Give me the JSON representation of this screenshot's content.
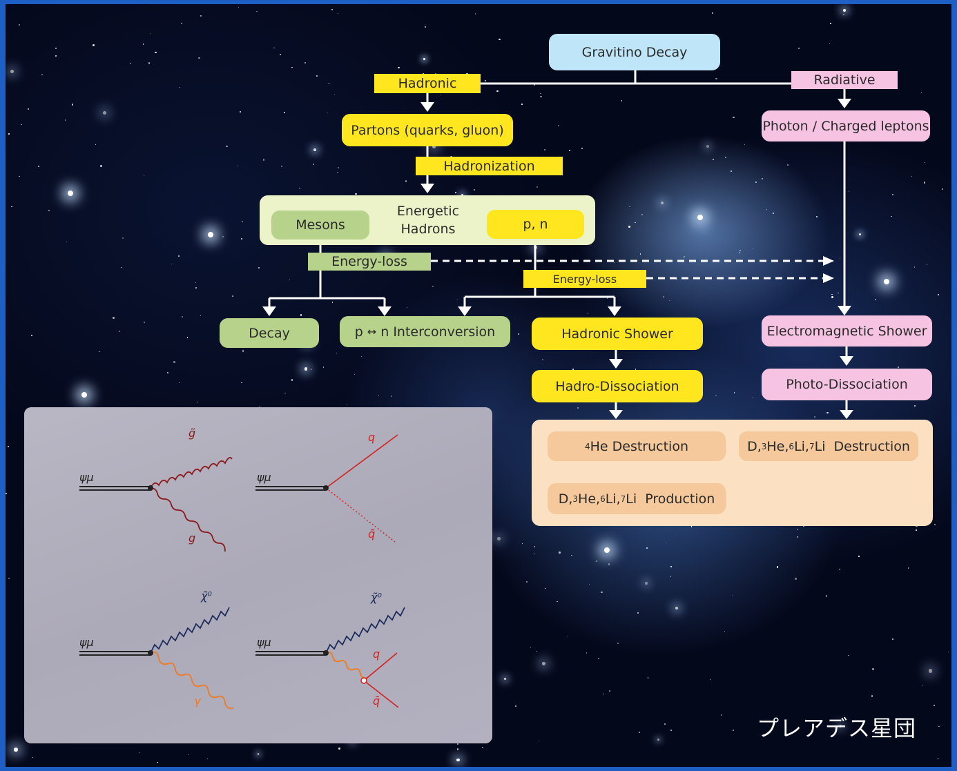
{
  "flow": {
    "gravitino_decay": "Gravitino Decay",
    "hadronic": "Hadronic",
    "radiative": "Radiative",
    "partons": "Partons (quarks, gluon)",
    "hadronization": "Hadronization",
    "photon_leptons": "Photon / Charged leptons",
    "energetic_hadrons_line1": "Energetic",
    "energetic_hadrons_line2": "Hadrons",
    "mesons": "Mesons",
    "pn": "p, n",
    "energy_loss_1": "Energy-loss",
    "energy_loss_2": "Energy-loss",
    "decay": "Decay",
    "interconversion_prefix": "p",
    "interconversion_arrow": "↔",
    "interconversion_suffix": "n Interconversion",
    "hadronic_shower": "Hadronic Shower",
    "em_shower": "Electromagnetic Shower",
    "hadro_dissociation": "Hadro-Dissociation",
    "photo_dissociation": "Photo-Dissociation",
    "he4_sup": "4",
    "he4_text": "He Destruction",
    "destruction_d": "D, ",
    "destruction_he_sup": "3",
    "destruction_he": "He, ",
    "destruction_li6_sup": "6",
    "destruction_li6": "Li, ",
    "destruction_li7_sup": "7",
    "destruction_li7": "Li  Destruction",
    "production_d": "D, ",
    "production_he_sup": "3",
    "production_he": "He, ",
    "production_li6_sup": "6",
    "production_li6": "Li, ",
    "production_li7_sup": "7",
    "production_li7": "Li  Production"
  },
  "feynman": {
    "psi_label": "ψμ",
    "gluino_top": "g̃",
    "gluon_bottom": "g",
    "quark_top": "q",
    "squark_bottom": "q̃",
    "neutralino": "χ̃⁰",
    "photon": "γ",
    "quark_q": "q",
    "antiquark": "q̄"
  },
  "caption": "プレアデス星団",
  "colors": {
    "yellow": "#ffe61e",
    "green": "#b7d38b",
    "pink": "#f6c3e2",
    "blue": "#bfe6f8",
    "orange": "#f6c99c",
    "arrow_dark": "#1d2a8a"
  }
}
